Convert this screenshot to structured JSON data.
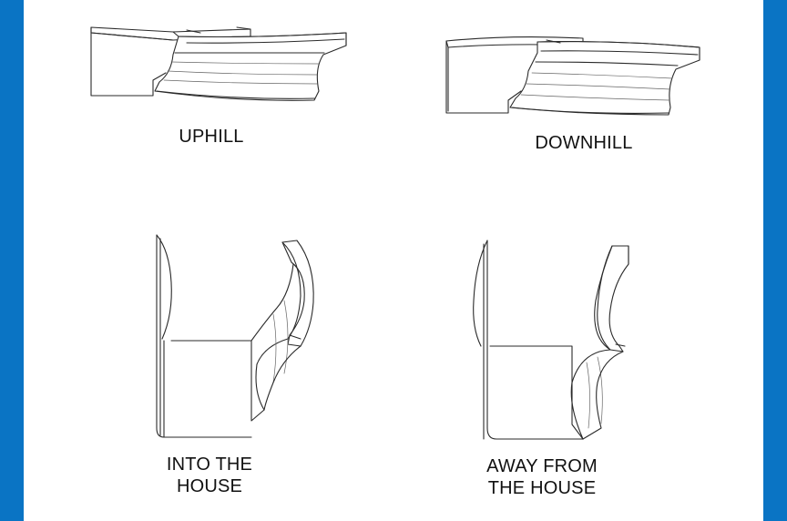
{
  "diagram": {
    "figures": [
      {
        "id": "uphill",
        "label": "UPHILL"
      },
      {
        "id": "downhill",
        "label": "DOWNHILL"
      },
      {
        "id": "into-house",
        "label_line1": "INTO THE",
        "label_line2": "HOUSE"
      },
      {
        "id": "away-house",
        "label_line1": "AWAY FROM",
        "label_line2": "THE HOUSE"
      }
    ]
  },
  "colors": {
    "border": "#0a74c4",
    "background": "#ffffff",
    "line": "#2a2a2a"
  }
}
